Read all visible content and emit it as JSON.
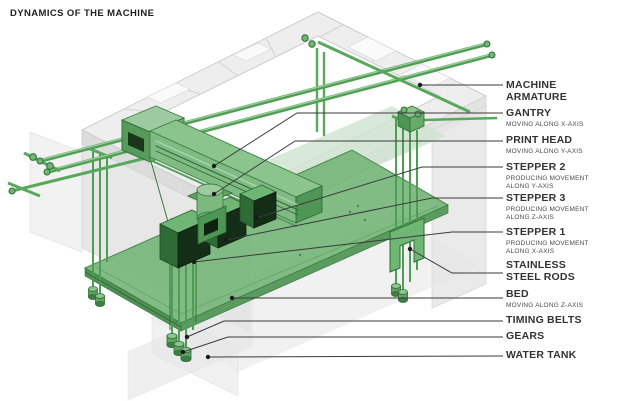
{
  "title": "DYNAMICS OF THE MACHINE",
  "diagram": {
    "subject": "isometric exploded view of a 3D-printing machine",
    "colors": {
      "highlight_green": "#58a85c",
      "green_dark": "#2e6f34",
      "green_light": "#9ccf9e",
      "bed_green": "#7ab87d",
      "frame_gray": "#ededed",
      "leader_line": "#3a3a3a",
      "label_text": "#333333"
    }
  },
  "labels": [
    {
      "id": "machine-armature",
      "title": "MACHINE\nARMATURE",
      "sub": ""
    },
    {
      "id": "gantry",
      "title": "GANTRY",
      "sub": "MOVING ALONG X-AXIS"
    },
    {
      "id": "print-head",
      "title": "PRINT HEAD",
      "sub": "MOVING ALONG Y-AXIS"
    },
    {
      "id": "stepper-2",
      "title": "STEPPER 2",
      "sub": "PRODUCING MOVEMENT\nALONG Y-AXIS"
    },
    {
      "id": "stepper-3",
      "title": "STEPPER 3",
      "sub": "PRODUCING MOVEMENT\nALONG Z-AXIS"
    },
    {
      "id": "stepper-1",
      "title": "STEPPER 1",
      "sub": "PRODUCING MOVEMENT\nALONG X-AXIS"
    },
    {
      "id": "stainless-steel-rods",
      "title": "STAINLESS\nSTEEL RODS",
      "sub": ""
    },
    {
      "id": "bed",
      "title": "BED",
      "sub": "MOVING ALONG Z-AXIS"
    },
    {
      "id": "timing-belts",
      "title": "TIMING BELTS",
      "sub": ""
    },
    {
      "id": "gears",
      "title": "GEARS",
      "sub": ""
    },
    {
      "id": "water-tank",
      "title": "WATER TANK",
      "sub": ""
    }
  ]
}
